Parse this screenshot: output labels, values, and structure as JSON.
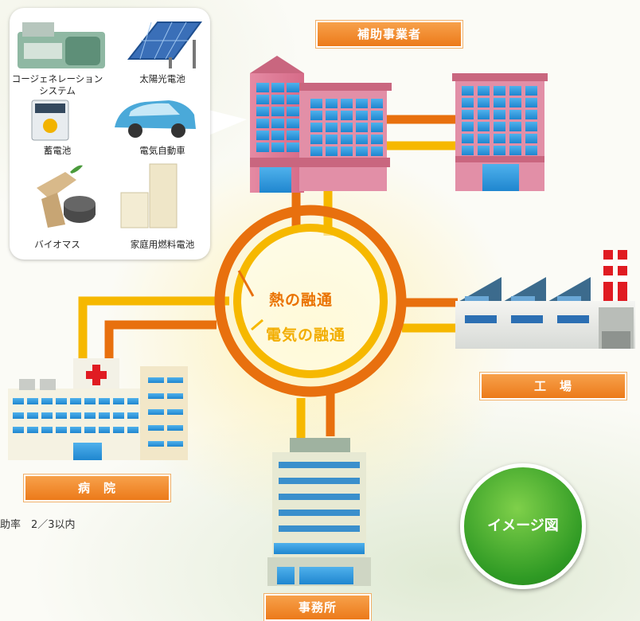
{
  "labels": {
    "subsidy_recipient": "補助事業者",
    "factory": "工　場",
    "hospital": "病　院",
    "office": "事務所"
  },
  "center": {
    "heat": "熱の融通",
    "electricity": "電気の融通"
  },
  "equipment": [
    {
      "name": "コージェネレーション\nシステム"
    },
    {
      "name": "太陽光電池"
    },
    {
      "name": "蓄電池"
    },
    {
      "name": "電気自動車"
    },
    {
      "name": "バイオマス"
    },
    {
      "name": "家庭用燃料電池"
    }
  ],
  "badge": "イメージ図",
  "note": "助率　2／3以内",
  "colors": {
    "heat_line": "#e8700e",
    "electricity_line": "#f6b800",
    "label_bg": "#ee8422",
    "badge_green": "#3aa52a"
  }
}
